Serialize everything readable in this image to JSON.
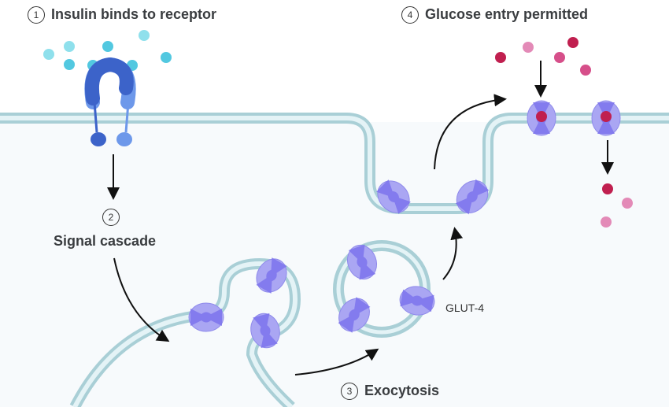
{
  "steps": [
    {
      "number": "1",
      "label": "Insulin binds to receptor"
    },
    {
      "number": "2",
      "label": "Signal cascade"
    },
    {
      "number": "3",
      "label": "Exocytosis"
    },
    {
      "number": "4",
      "label": "Glucose entry permitted"
    }
  ],
  "transporter_label": "GLUT-4",
  "colors": {
    "membrane": "#a9cfd6",
    "membrane_inner": "#e4f3f6",
    "cytoplasm": "#f7fafc",
    "insulin": "#52c8e0",
    "receptor_dark": "#3c63c9",
    "receptor_light": "#6d98ea",
    "glut4_outer": "#a9a6f3",
    "glut4_inner": "#7c73ec",
    "glucose_dark": "#c01f4f",
    "glucose_light": "#e38ab7"
  }
}
